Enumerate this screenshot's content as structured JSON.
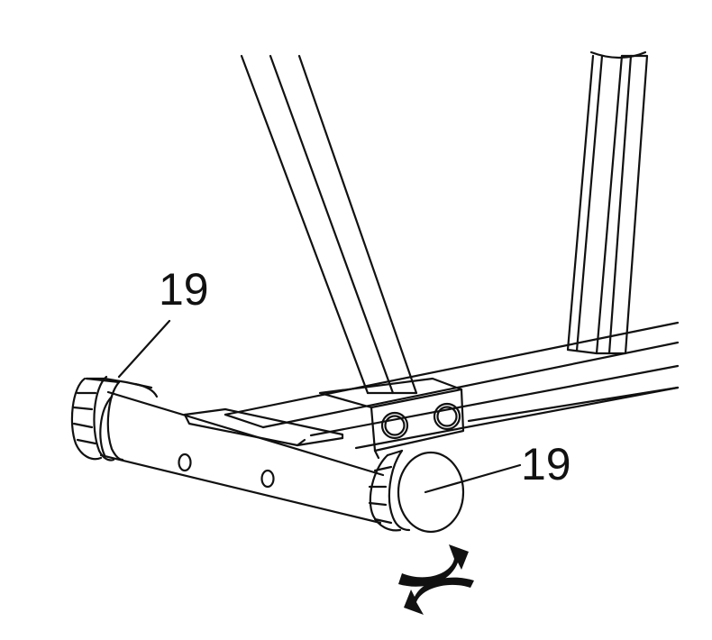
{
  "diagram": {
    "labels": [
      {
        "id": "left-stabilizer-cap",
        "text": "19"
      },
      {
        "id": "right-stabilizer-cap",
        "text": "19"
      }
    ],
    "rotation_indicator": "rotation-arrows-icon",
    "colors": {
      "stroke": "#111111",
      "background": "#ffffff"
    }
  }
}
